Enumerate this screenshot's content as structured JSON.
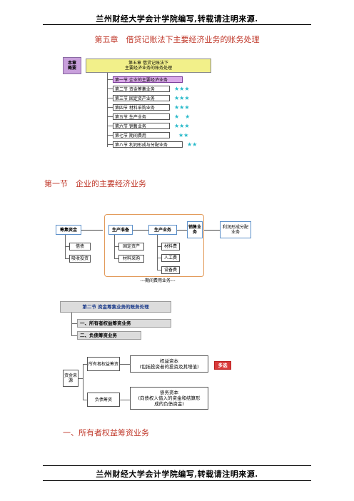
{
  "header_text": "兰州财经大学会计学院编写,转载请注明来源.",
  "footer_text": "兰州财经大学会计学院编写,转载请注明来源.",
  "chapter_title": "第五章　借贷记账法下主要经济业务的账务处理",
  "overview": {
    "label_line1": "本章",
    "label_line2": "概要",
    "root_line1": "第五章 借贷记账法下",
    "root_line2": "主要经济业务的账务处理",
    "sections": [
      {
        "label": "第一节 企业的主要经济业务",
        "stars": ""
      },
      {
        "label": "第二节 资金筹集业务",
        "stars": "★★★"
      },
      {
        "label": "第三节 固定资产业务",
        "stars": "★★★"
      },
      {
        "label": "第四节 材料采购业务",
        "stars": "★★★"
      },
      {
        "label": "第五节 生产业务",
        "stars": "★　★"
      },
      {
        "label": "第六节 销售业务",
        "stars": "★★★"
      },
      {
        "label": "第七节 期间费用",
        "stars": "★★"
      },
      {
        "label": "第八节 利润形成与分配业务",
        "stars": "★★"
      }
    ],
    "colors": {
      "root_bg": "#f2f08a",
      "highlight_bg": "#d9a9e8",
      "star": "#27b9c9"
    }
  },
  "section1_title": "第一节　企业的主要经济业务",
  "flow": {
    "fundraise": "筹集资金",
    "loan": "借债",
    "invest": "吸收投资",
    "prep": "生产准备",
    "fixed_asset": "固定资产",
    "material": "材料采购",
    "production": "生产业务",
    "material_cost": "材料费",
    "labor_cost": "人工费",
    "equipment_cost": "设备费",
    "sales": "销售业务",
    "profit": "利润形成分配业务",
    "period_note": "---期间费用业务---",
    "colors": {
      "border": "#e39b5b",
      "box": "#5b8fc9"
    }
  },
  "section2": {
    "title": "第二节 资金筹集业务的账务处理",
    "item1": "一、所有者权益筹资业务",
    "item2": "二、负债筹资业务"
  },
  "fundsrc": {
    "root": "资金来源",
    "owner": "所有者权益筹资",
    "owner_desc1": "权益资本",
    "owner_desc2": "(包括投资者的投资及其增值)",
    "debt": "负债筹资",
    "debt_desc1": "债务资本",
    "debt_desc2": "(向债权人借入的资金和结算形成的负债资金)",
    "badge": "多选"
  },
  "subsection_title": "一、所有者权益筹资业务"
}
